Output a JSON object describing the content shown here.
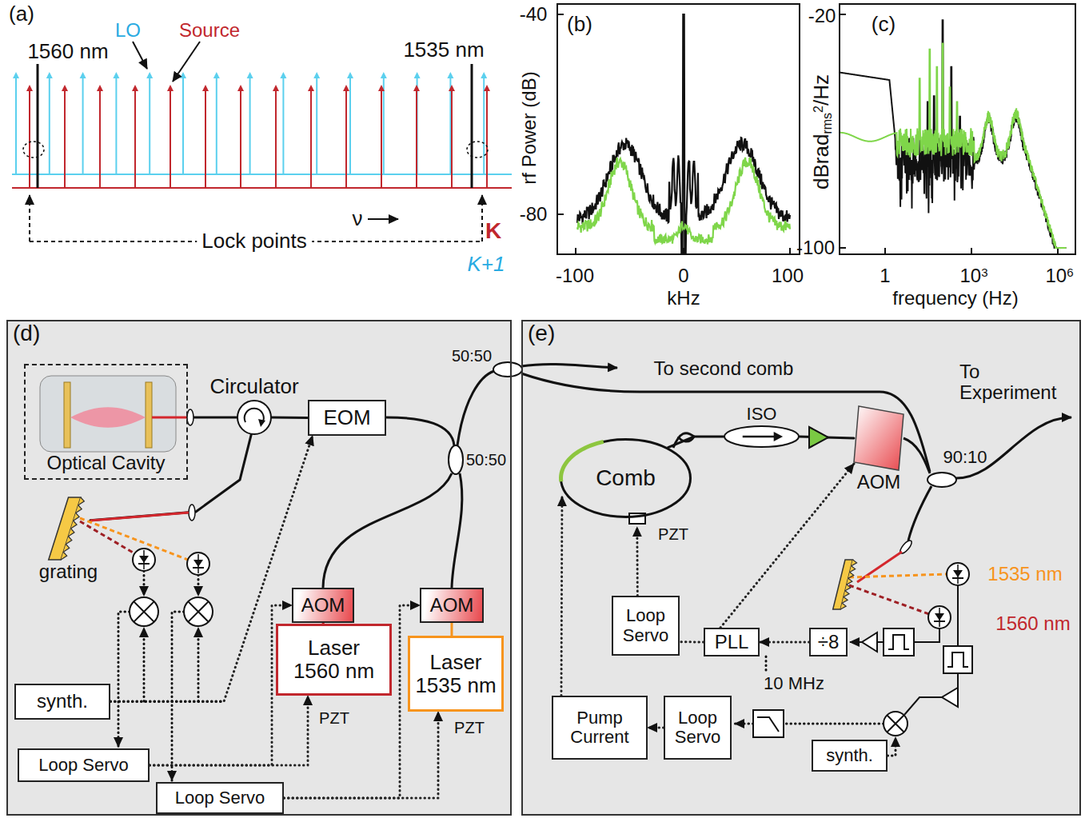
{
  "diagram": {
    "nodes": [
      {
        "text": [
          "(d)"
        ]
      },
      {
        "text": [
          "Optical Cavity"
        ],
        "in": 0
      },
      {
        "text": [
          "Circulator"
        ],
        "in": 0
      },
      {
        "text": [
          "EOM"
        ],
        "in": 0
      },
      {
        "text": [
          "grating"
        ],
        "in": 0
      },
      {
        "text": [
          "synth."
        ],
        "in": 0
      },
      {
        "text": [
          "Loop Servo"
        ],
        "in": 0
      },
      {
        "text": [
          "Loop Servo"
        ],
        "in": 0
      },
      {
        "text": [
          "AOM"
        ],
        "in": 0
      },
      {
        "text": [
          "Laser 1560 nm"
        ],
        "in": 0
      },
      {
        "text": [
          "AOM"
        ],
        "in": 0
      },
      {
        "text": [
          "Laser 1535 nm"
        ],
        "in": 0
      },
      {
        "text": [
          "(e)"
        ]
      },
      {
        "text": [
          "Comb"
        ],
        "in": 12
      },
      {
        "text": [
          "ISO"
        ],
        "in": 12
      },
      {
        "text": [
          "AOM"
        ],
        "in": 12
      },
      {
        "text": [
          "Loop Servo"
        ],
        "in": 12
      },
      {
        "text": [
          "PLL"
        ],
        "in": 12
      },
      {
        "text": [
          "÷8"
        ],
        "in": 12
      },
      {
        "text": [
          "Pump Current"
        ],
        "in": 12
      },
      {
        "text": [
          "Loop Servo"
        ],
        "in": 12
      },
      {
        "text": [
          "synth."
        ],
        "in": 12
      }
    ],
    "edges": [
      {
        "from": 5,
        "to": 3,
        "arrow": "to"
      },
      {
        "from": 6,
        "to": 8,
        "arrow": "to"
      },
      {
        "from": 6,
        "to": 9,
        "arrow": "to"
      },
      {
        "from": 7,
        "to": 10,
        "arrow": "to"
      },
      {
        "from": 7,
        "to": 11,
        "arrow": "to"
      },
      {
        "from": 9,
        "to": 8,
        "arrow": "none"
      },
      {
        "from": 11,
        "to": 10,
        "arrow": "none"
      },
      {
        "from": 2,
        "to": 3,
        "arrow": "none"
      },
      {
        "from": 1,
        "to": 2,
        "arrow": "none"
      },
      {
        "from": 2,
        "to": 4,
        "arrow": "none"
      },
      {
        "from": 13,
        "to": 14,
        "arrow": "none"
      },
      {
        "from": 14,
        "to": 15,
        "arrow": "none"
      },
      {
        "from": 17,
        "to": 16,
        "arrow": "none"
      },
      {
        "from": 17,
        "to": 15,
        "arrow": "to"
      },
      {
        "from": 18,
        "to": 17,
        "arrow": "to"
      },
      {
        "from": 16,
        "to": 13,
        "arrow": "to"
      },
      {
        "from": 19,
        "to": 13,
        "arrow": "to"
      },
      {
        "from": 20,
        "to": 19,
        "arrow": "to"
      }
    ],
    "labels": [
      "(a)",
      "LO",
      "Source",
      "1560 nm",
      "1535 nm",
      "ν",
      "Lock points",
      "K",
      "K+1",
      "(b)",
      "rf Power (dB)",
      "-40",
      "-80",
      "-100",
      "0",
      "100",
      "kHz",
      "(c)",
      "-20",
      "-100",
      "dBrad",
      "rms",
      "2",
      "/Hz",
      "1",
      "10",
      "3",
      "10",
      "6",
      "frequency (Hz)",
      "50:50",
      "50:50",
      "To second comb",
      "PZT",
      "PZT",
      "To Experiment",
      "90:10",
      "PZT",
      "10 MHz",
      "1535 nm",
      "1560 nm"
    ]
  }
}
